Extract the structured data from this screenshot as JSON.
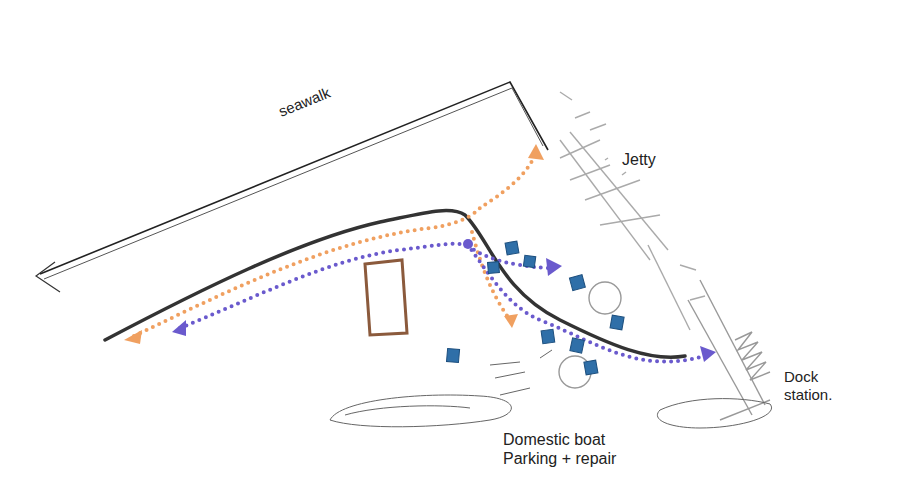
{
  "diagram": {
    "labels": [
      "seawalk",
      "Jetty",
      "Dock station.",
      "Domestic boat Parking + repair"
    ]
  }
}
